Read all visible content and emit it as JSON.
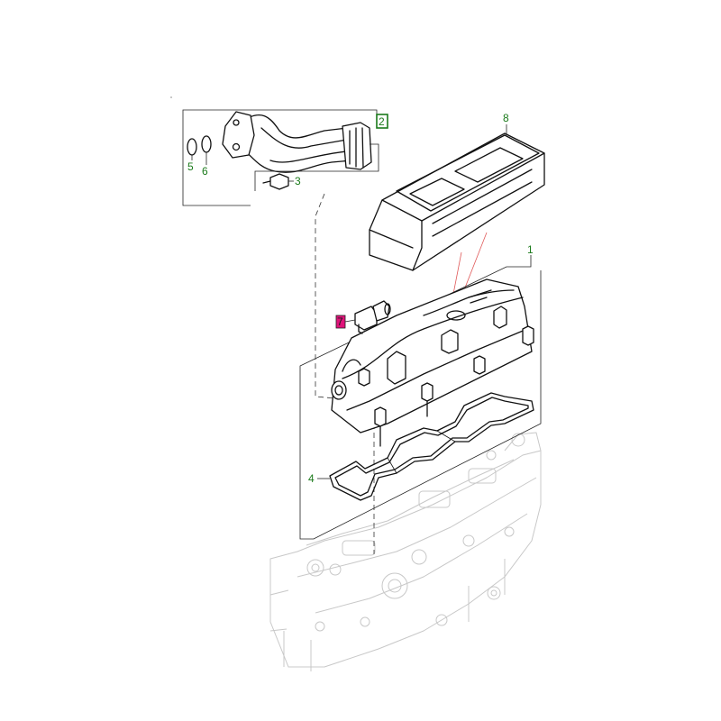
{
  "callouts": {
    "p1": "1",
    "p2": "2",
    "p3": "3",
    "p4": "4",
    "p5": "5",
    "p6": "6",
    "p7": "7",
    "p8": "8"
  },
  "colors": {
    "callout_text": "#1a7a1a",
    "highlight": "#e0137a",
    "red_line": "#e05a5a"
  }
}
